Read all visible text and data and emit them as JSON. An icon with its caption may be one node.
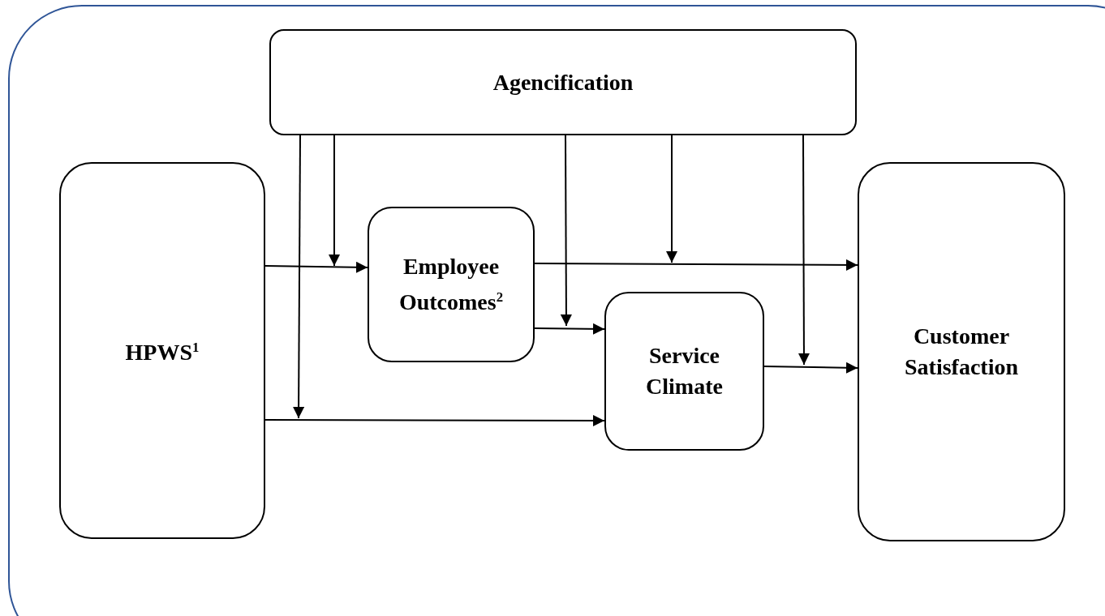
{
  "diagram": {
    "nodes": [
      {
        "text": [
          "Agencification"
        ]
      },
      {
        "text": [
          "HPWS$^{1}$"
        ]
      },
      {
        "text": [
          "Employee Outcomes$^{2}$"
        ]
      },
      {
        "text": [
          "Service Climate"
        ]
      },
      {
        "text": [
          "Customer Satisfaction"
        ]
      }
    ],
    "edges": [
      {
        "from": 1,
        "to": 2,
        "arrow": "to"
      },
      {
        "from": 2,
        "to": 4,
        "arrow": "to"
      },
      {
        "from": 2,
        "to": 3,
        "arrow": "to"
      },
      {
        "from": 3,
        "to": 4,
        "arrow": "to"
      },
      {
        "from": 1,
        "to": 3,
        "arrow": "to"
      },
      {
        "from": 0,
        "to": null,
        "arrow": "to"
      },
      {
        "from": 0,
        "to": null,
        "arrow": "to"
      },
      {
        "from": 0,
        "to": null,
        "arrow": "to"
      },
      {
        "from": 0,
        "to": null,
        "arrow": "to"
      },
      {
        "from": 0,
        "to": null,
        "arrow": "to"
      }
    ]
  }
}
